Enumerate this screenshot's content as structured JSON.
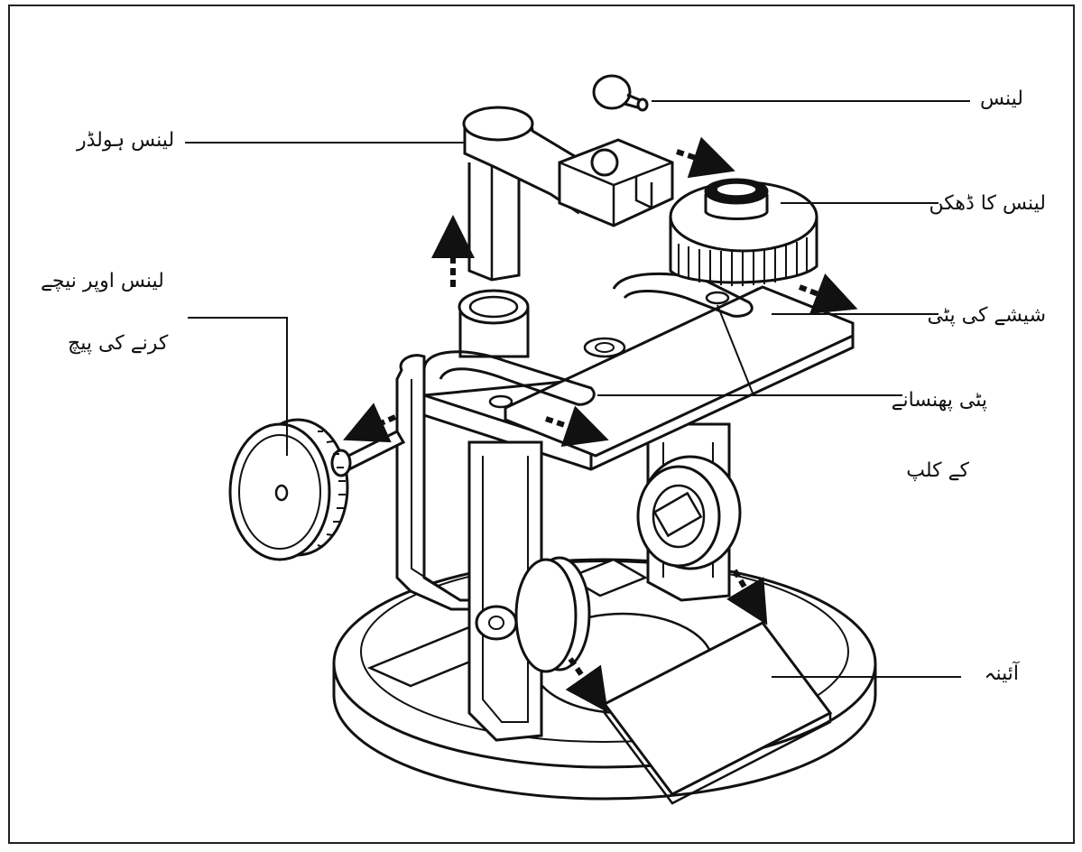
{
  "diagram": {
    "labels": {
      "lens": "لینس",
      "lens_holder": "لینس ہولڈر",
      "lens_cover": "لینس کا ڈھکن",
      "focus_screw_line1": "لینس اوپر نیچے",
      "focus_screw_line2": "کرنے کی پیچ",
      "glass_slide": "شیشے کی پٹی",
      "slide_clips_line1": "پٹی پھنسانے",
      "slide_clips_line2": "کے کلپ",
      "mirror": "آئینہ"
    }
  }
}
